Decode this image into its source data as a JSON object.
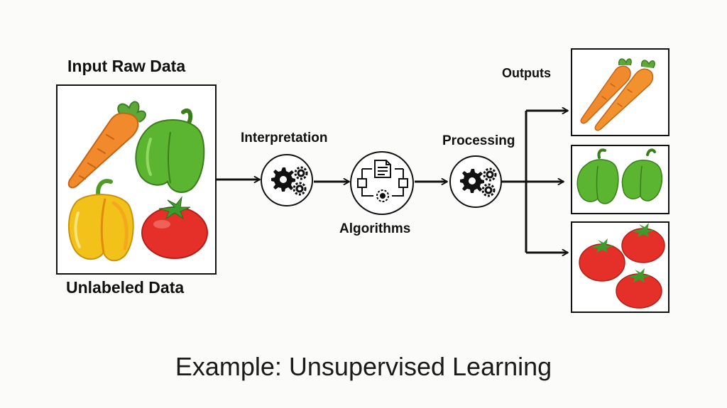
{
  "diagram": {
    "input_title": "Input Raw Data",
    "input_subtitle": "Unlabeled Data",
    "step_interpretation": "Interpretation",
    "step_algorithms": "Algorithms",
    "step_processing": "Processing",
    "outputs_title": "Outputs",
    "caption": "Example: Unsupervised Learning"
  },
  "colors": {
    "carrot": "#f08a2c",
    "pepper_green": "#5cb531",
    "pepper_yellow": "#f2c21b",
    "tomato": "#e5302a",
    "line": "#111111"
  }
}
